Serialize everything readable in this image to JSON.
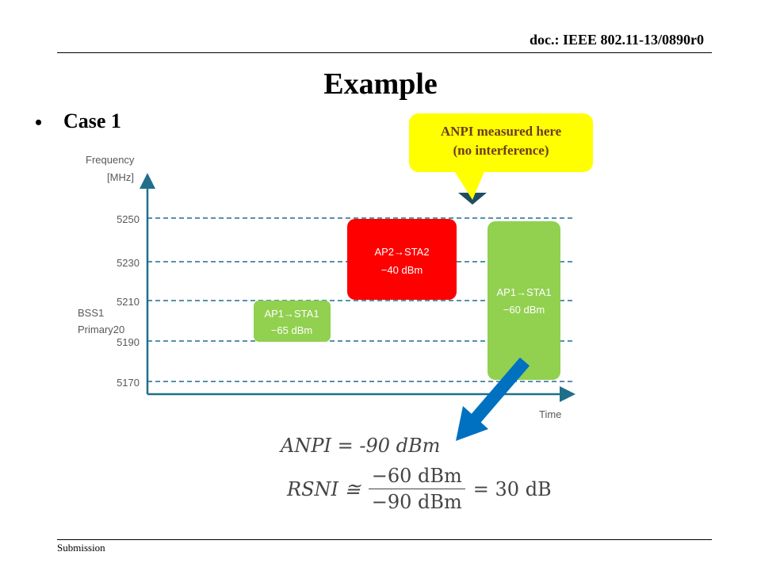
{
  "header": {
    "doc_id": "doc.: IEEE 802.11-13/0890r0"
  },
  "slide": {
    "title": "Example",
    "bullet": "Case 1"
  },
  "callout": {
    "line1": "ANPI measured here",
    "line2": "(no interference)"
  },
  "colors": {
    "green": "#92d050",
    "red": "#ff0000",
    "yellow": "#ffff00",
    "arrow_blue": "#0070c0",
    "axis": "#1f6f8b"
  },
  "chart_data": {
    "type": "diagram",
    "y_axis": {
      "label_line1": "Frequency",
      "label_line2": "[MHz]",
      "ticks": [
        "5250",
        "5230",
        "5210",
        "5190",
        "5170"
      ]
    },
    "x_axis": {
      "label": "Time"
    },
    "side_label": {
      "line1": "BSS1",
      "line2": "Primary20"
    },
    "blocks": [
      {
        "line1": "AP1→STA1",
        "line2": "−65 dBm",
        "color": "#92d050"
      },
      {
        "line1": "AP2→STA2",
        "line2": "−40 dBm",
        "color": "#ff0000"
      },
      {
        "line1": "AP1→STA1",
        "line2": "−60 dBm",
        "color": "#92d050"
      }
    ]
  },
  "formula": {
    "anpi": "ANPI = -90 dBm",
    "rsni_lhs": "RSNI ≅",
    "numerator": "−60 dBm",
    "denominator": "−90 dBm",
    "rhs": "= 30 dB"
  },
  "footer": {
    "text": "Submission"
  }
}
